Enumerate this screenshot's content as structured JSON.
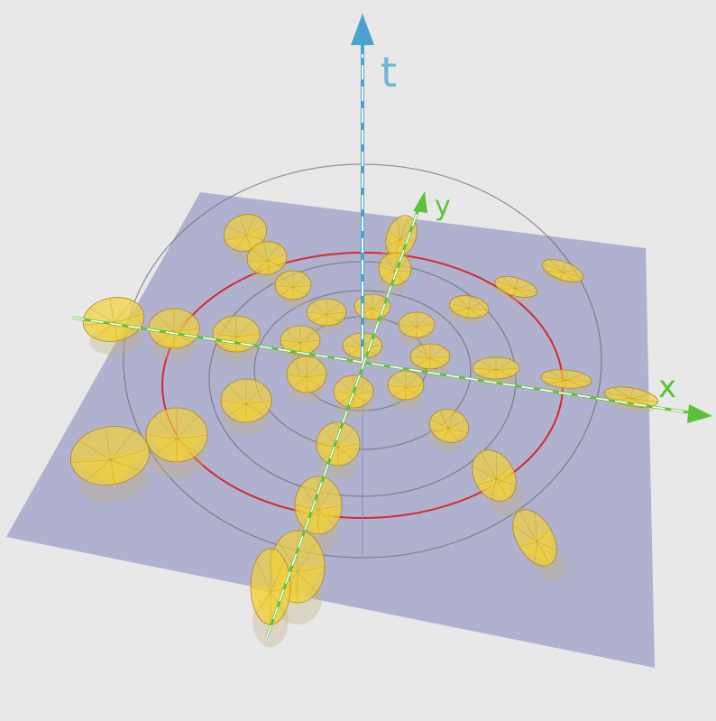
{
  "labels": {
    "t_axis": "t",
    "y_axis": "y",
    "x_axis": "x"
  },
  "colors": {
    "background": "#e8e8e8",
    "plane": "#a9abcc",
    "cone_fill": "#f2d23a",
    "cone_edge": "#b08a10",
    "t_axis": "#4aa3cc",
    "x_axis": "#5cc23a",
    "y_axis": "#5cc23a",
    "circle_highlight": "#d42a2a",
    "circle_grid": "#6e6e6e"
  },
  "icons": {
    "t_arrow": "arrow-up-icon",
    "x_arrow": "arrow-right-icon",
    "y_arrow": "arrow-up-right-icon"
  }
}
